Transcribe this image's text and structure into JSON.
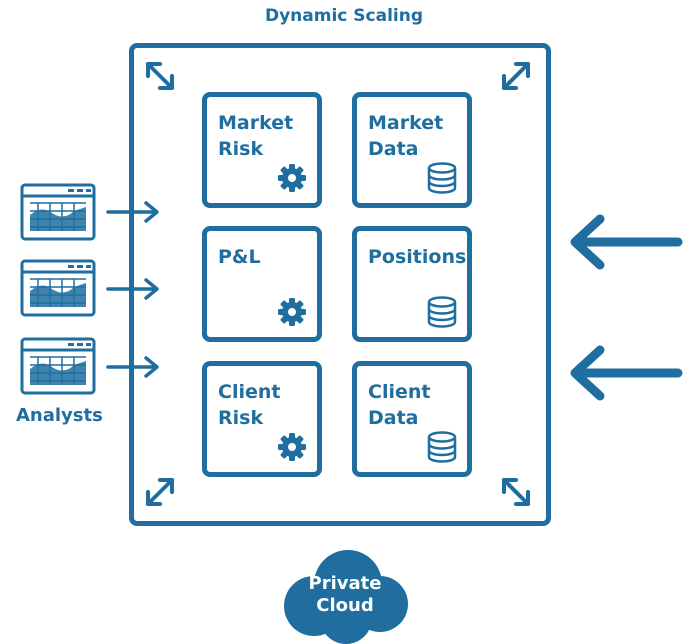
{
  "title": "Dynamic Scaling",
  "services": [
    {
      "label": "Market\nRisk",
      "icon": "gear-icon"
    },
    {
      "label": "Market\nData",
      "icon": "database-icon"
    },
    {
      "label": "P&L",
      "icon": "gear-icon"
    },
    {
      "label": "Positions",
      "icon": "database-icon"
    },
    {
      "label": "Client\nRisk",
      "icon": "gear-icon"
    },
    {
      "label": "Client\nData",
      "icon": "database-icon"
    }
  ],
  "analysts_label": "Analysts",
  "cloud_label": "Private\nCloud",
  "colors": {
    "primary": "#1f6e9f",
    "background": "#ffffff"
  }
}
